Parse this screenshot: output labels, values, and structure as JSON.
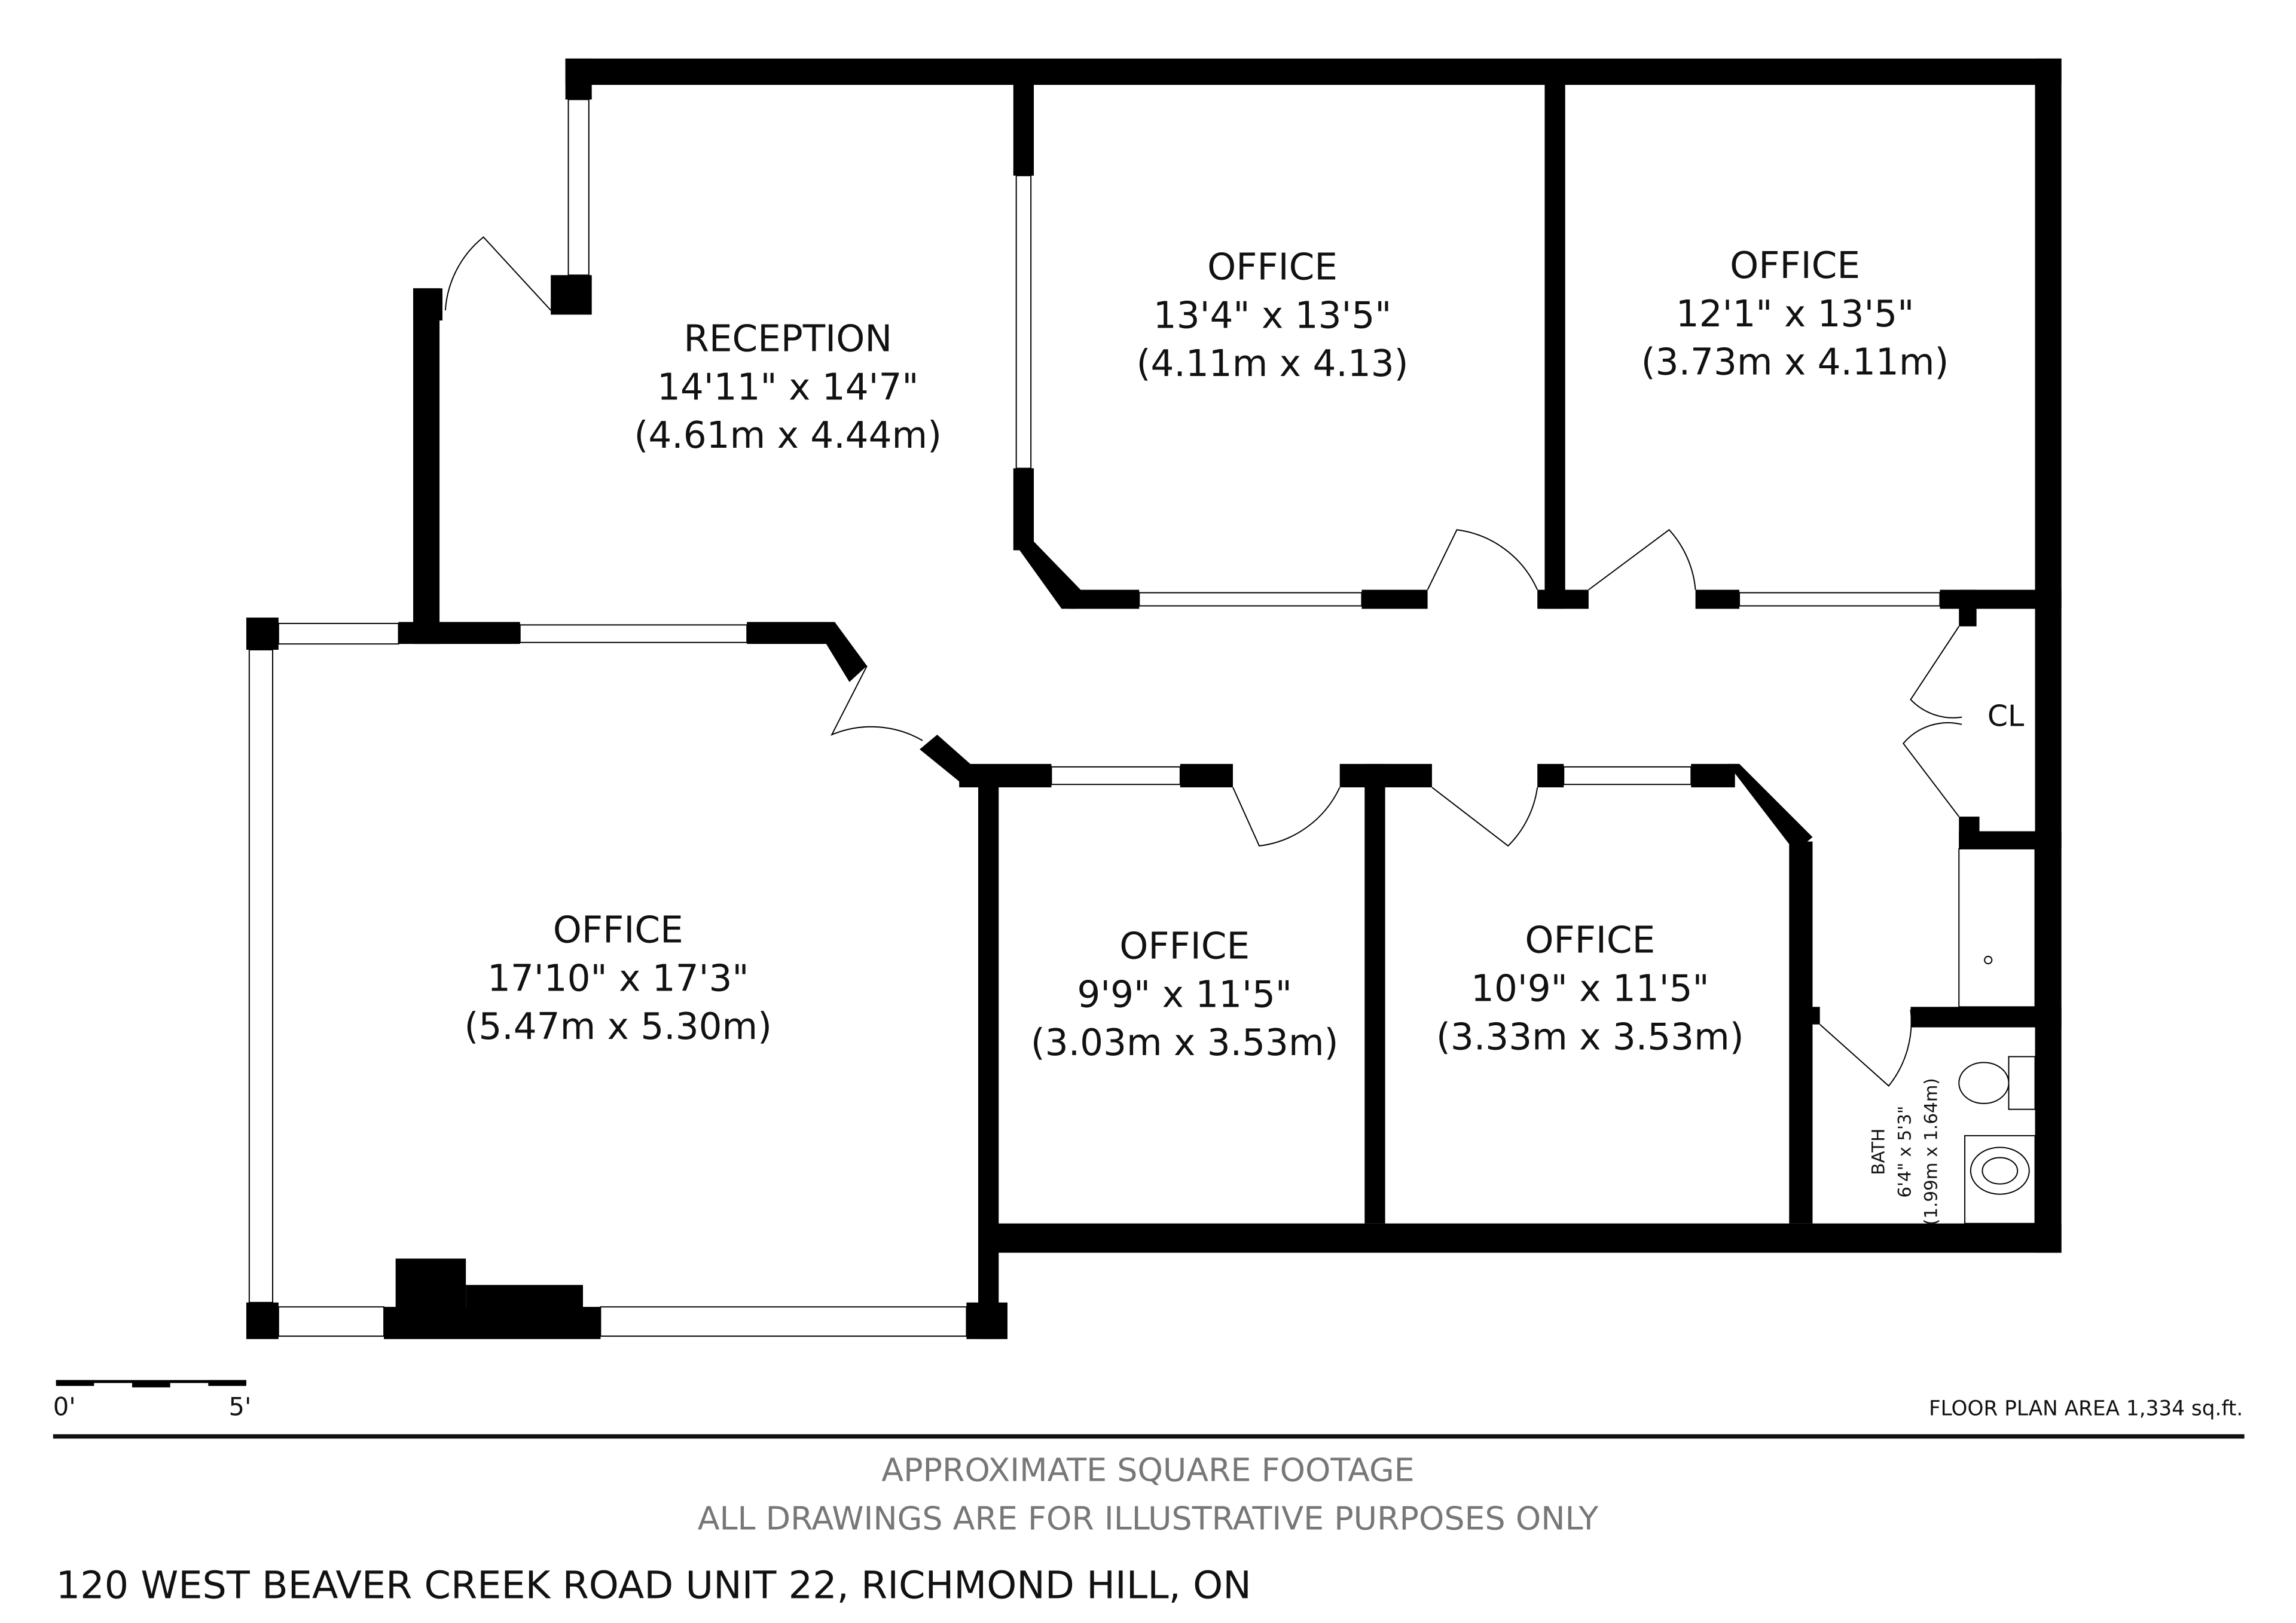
{
  "rooms": {
    "reception": {
      "name": "RECEPTION",
      "imperial": "14'11\" x 14'7\"",
      "metric": "(4.61m x 4.44m)"
    },
    "office_top_mid": {
      "name": "OFFICE",
      "imperial": "13'4\" x 13'5\"",
      "metric": "(4.11m x 4.13)"
    },
    "office_top_right": {
      "name": "OFFICE",
      "imperial": "12'1\" x 13'5\"",
      "metric": "(3.73m x 4.11m)"
    },
    "office_large": {
      "name": "OFFICE",
      "imperial": "17'10\" x 17'3\"",
      "metric": "(5.47m x 5.30m)"
    },
    "office_bottom_mid": {
      "name": "OFFICE",
      "imperial": "9'9\" x 11'5\"",
      "metric": "(3.03m x 3.53m)"
    },
    "office_bottom_right": {
      "name": "OFFICE",
      "imperial": "10'9\" x 11'5\"",
      "metric": "(3.33m x 3.53m)"
    },
    "closet": {
      "name": "CL"
    },
    "bath": {
      "name": "BATH",
      "imperial": "6'4\" x 5'3\"",
      "metric": "(1.99m x 1.64m)"
    }
  },
  "scale": {
    "start": "0'",
    "end": "5'"
  },
  "area": "FLOOR PLAN AREA 1,334 sq.ft.",
  "disclaimer": [
    "APPROXIMATE SQUARE FOOTAGE",
    "ALL DRAWINGS ARE FOR ILLUSTRATIVE PURPOSES ONLY"
  ],
  "address": "120 WEST BEAVER CREEK ROAD UNIT 22, RICHMOND HILL, ON"
}
